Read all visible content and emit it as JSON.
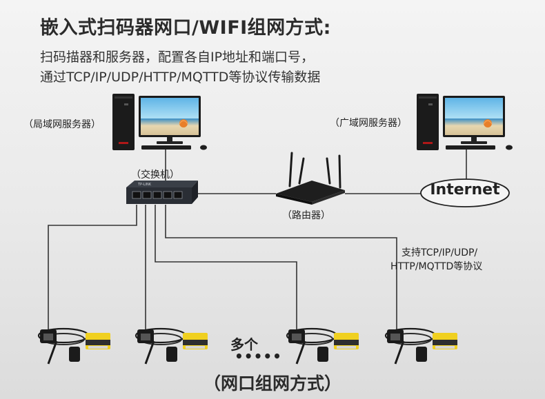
{
  "title": "嵌入式扫码器网口/WIFI组网方式:",
  "description": {
    "line1": "扫码描器和服务器，配置各自IP地址和端口号，",
    "line2": "通过TCP/IP/UDP/HTTP/MQTTD等协议传输数据"
  },
  "labels": {
    "local_server": "（局域网服务器）",
    "wan_server": "（广域网服务器）",
    "switch": "（交换机）",
    "router": "（路由器）",
    "internet": "Internet",
    "protocols_line1": "支持TCP/IP/UDP/",
    "protocols_line2": "HTTP/MQTTD等协议",
    "many": "多个",
    "many_dots": "•••••",
    "bottom_caption": "（网口组网方式）"
  },
  "icons": {
    "server_pc": "desktop-computer-icon",
    "switch": "network-switch-icon",
    "router": "wifi-router-icon",
    "scanner": "barcode-scanner-module-icon"
  },
  "colors": {
    "line": "#333333",
    "scanner_yellow": "#f0d020",
    "device_dark": "#1f1f1f"
  }
}
